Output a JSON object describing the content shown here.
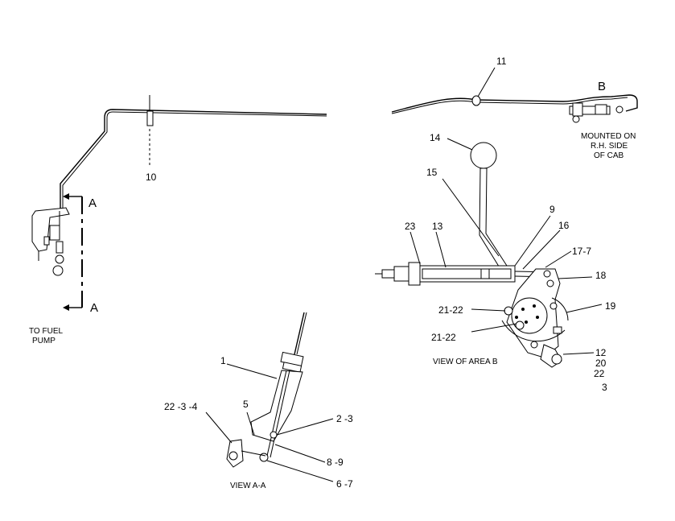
{
  "labels": {
    "p10": "10",
    "pA_top": "A",
    "pA_bottom": "A",
    "fuel_line1": "TO FUEL",
    "fuel_line2": "PUMP",
    "p11": "11",
    "pB": "B",
    "mounted1": "MOUNTED ON",
    "mounted2": "R.H. SIDE",
    "mounted3": "OF CAB",
    "p14": "14",
    "p15": "15",
    "p9": "9",
    "p16": "16",
    "p23": "23",
    "p13": "13",
    "p17_7": "17-7",
    "p18": "18",
    "p21_22a": "21-22",
    "p19": "19",
    "p21_22b": "21-22",
    "view_b": "VIEW OF AREA B",
    "p12": "12",
    "p20": "20",
    "p22": "22",
    "p3": "3",
    "p1": "1",
    "p5": "5",
    "p22_3_4": "22 -3 -4",
    "p2_3": "2 -3",
    "p8_9": "8 -9",
    "p6_7": "6 -7",
    "view_aa": "VIEW A-A"
  }
}
